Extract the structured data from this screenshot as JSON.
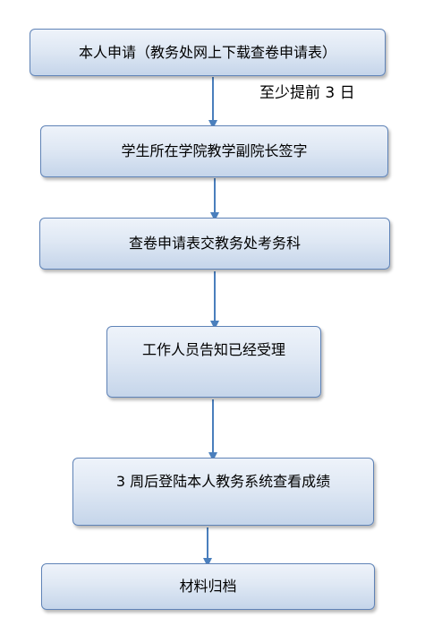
{
  "flow": {
    "steps": [
      "本人申请（教务处网上下载查卷申请表）",
      "学生所在学院教学副院长签字",
      "查卷申请表交教务处考务科",
      "工作人员告知已经受理",
      "3 周后登陆本人教务系统查看成绩",
      "材料归档"
    ],
    "note": "至少提前 3 日"
  },
  "colors": {
    "box_border": "#5f83b7",
    "box_fill_top": "#eef3fa",
    "box_fill_bottom": "#c5d5ea",
    "arrow": "#4a7fbd"
  }
}
